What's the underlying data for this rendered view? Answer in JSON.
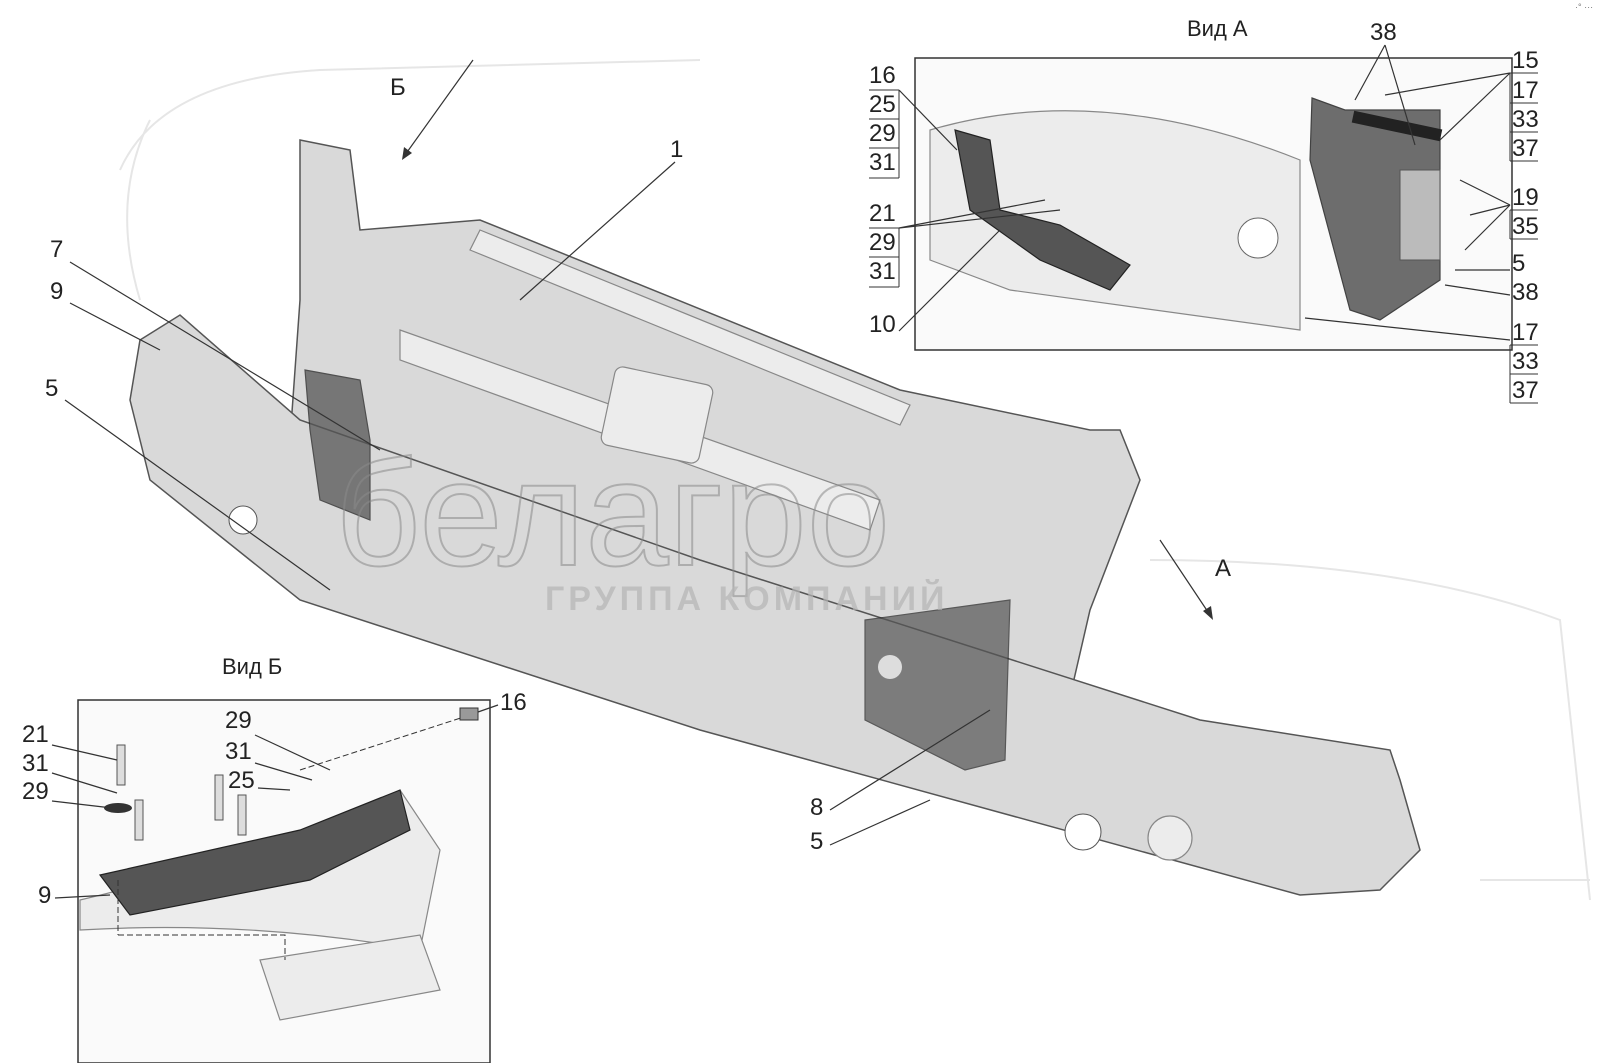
{
  "corner_mark": "·° ···",
  "views": {
    "view_a_title": "Вид А",
    "view_b_title": "Вид Б",
    "arrow_b": "Б",
    "arrow_a": "А"
  },
  "watermark": {
    "logo": "белагро",
    "subtitle": "ГРУППА КОМПАНИЙ"
  },
  "main_labels": {
    "p1": "1",
    "p7": "7",
    "p9": "9",
    "p5a": "5",
    "p8": "8",
    "p5b": "5"
  },
  "view_a_labels": {
    "left": [
      "16",
      "25",
      "29",
      "31",
      "21",
      "29",
      "31",
      "10"
    ],
    "top": "38",
    "right": [
      "15",
      "17",
      "33",
      "37",
      "19",
      "35",
      "5",
      "38",
      "17",
      "33",
      "37"
    ]
  },
  "view_b_labels": {
    "l21": "21",
    "l31": "31",
    "l29": "29",
    "l9": "9",
    "c29": "29",
    "c31": "31",
    "c25": "25",
    "r16": "16"
  }
}
